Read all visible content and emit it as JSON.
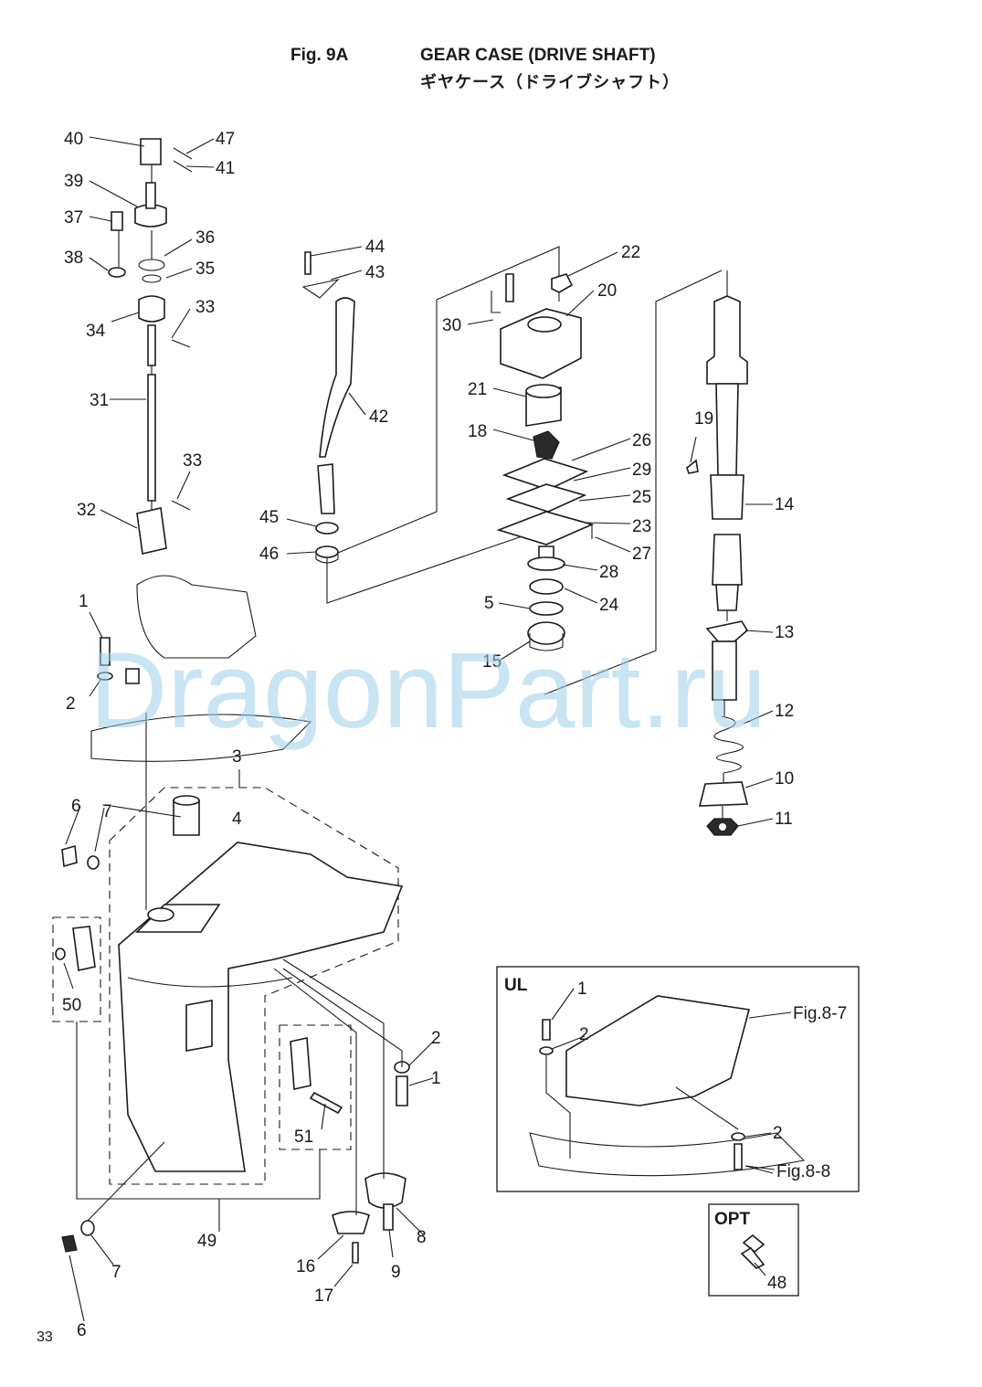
{
  "header": {
    "fig_label": "Fig. 9A",
    "title_en": "GEAR CASE (DRIVE SHAFT)",
    "title_jp": "ギヤケース（ドライブシャフト）"
  },
  "watermark": "DragonPart.ru",
  "page_number": "33",
  "callouts": [
    "40",
    "47",
    "41",
    "39",
    "37",
    "36",
    "38",
    "35",
    "34",
    "33",
    "31",
    "33",
    "32",
    "44",
    "43",
    "42",
    "45",
    "46",
    "22",
    "20",
    "30",
    "21",
    "18",
    "26",
    "29",
    "25",
    "23",
    "27",
    "28",
    "24",
    "5",
    "15",
    "19",
    "14",
    "13",
    "12",
    "10",
    "11",
    "1",
    "2",
    "3",
    "4",
    "6",
    "7",
    "50",
    "51",
    "2",
    "1",
    "8",
    "49",
    "7",
    "6",
    "16",
    "17",
    "9"
  ],
  "ul_box": {
    "label": "UL",
    "callouts": [
      "1",
      "2",
      "2"
    ],
    "refs": [
      "Fig.8-7",
      "Fig.8-8"
    ]
  },
  "opt_box": {
    "label": "OPT",
    "callout": "48"
  }
}
